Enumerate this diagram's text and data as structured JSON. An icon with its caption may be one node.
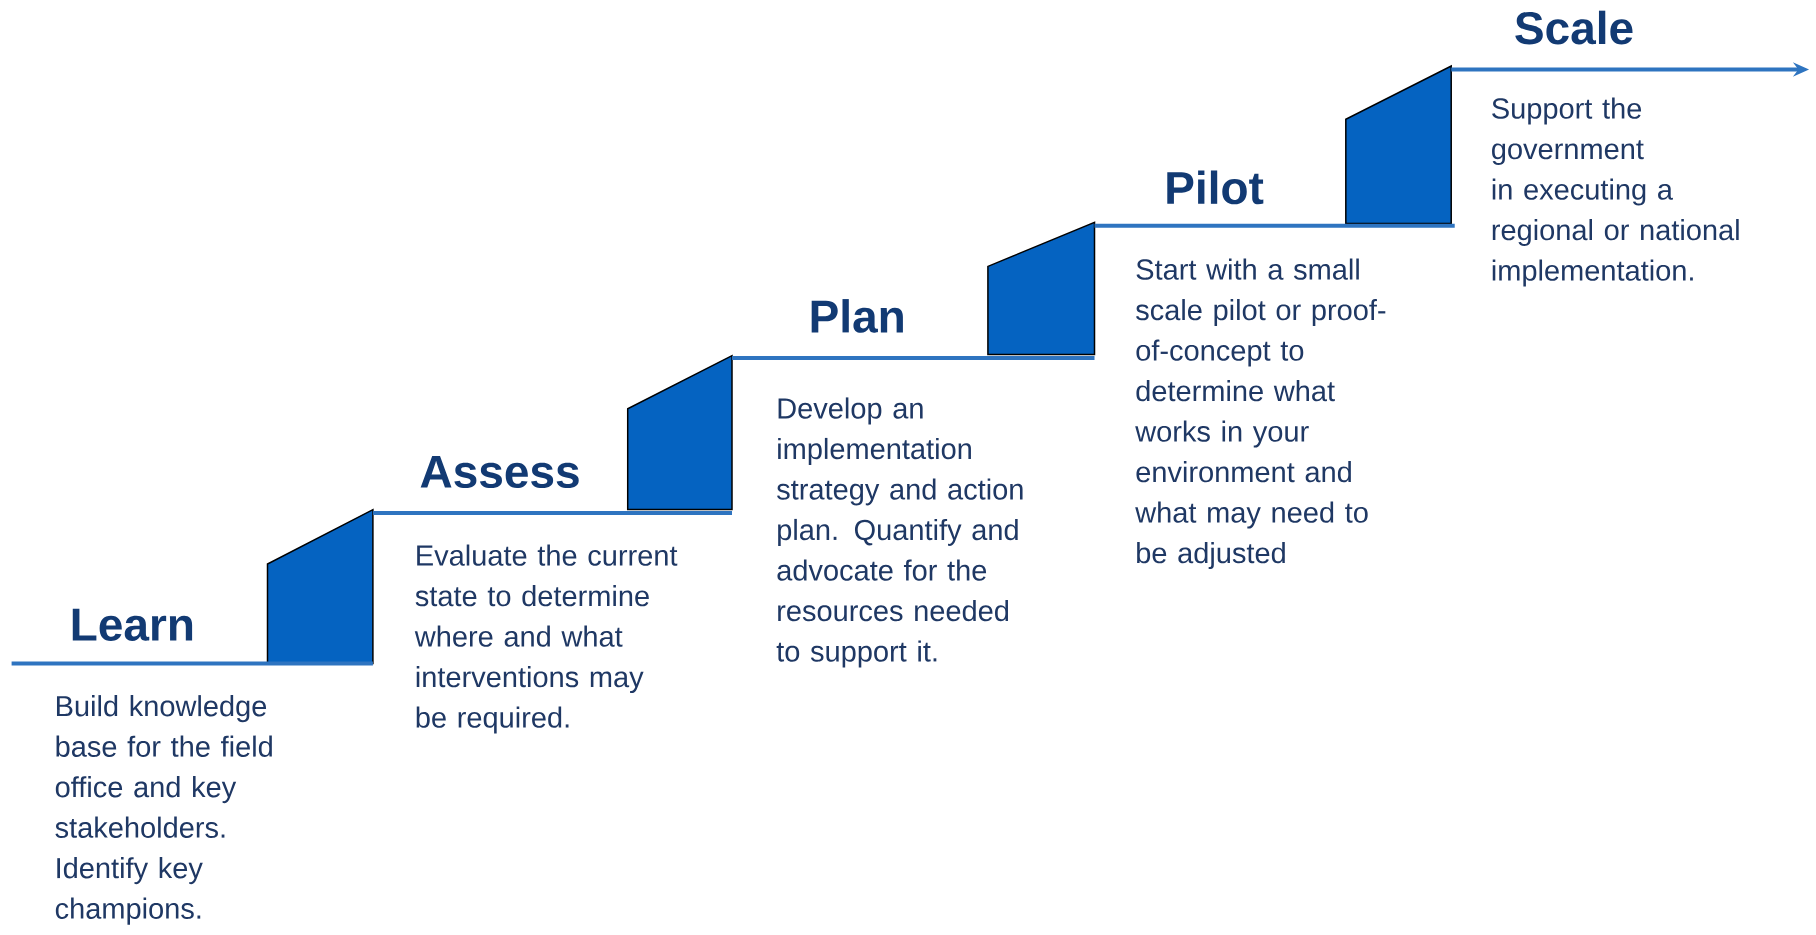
{
  "diagram": {
    "labels": [
      "Learn",
      "Build knowledge base for the field office and key stakeholders. Identify key champions.",
      "Assess",
      "Evaluate the current state to determine where and what interventions may be required.",
      "Plan",
      "Develop an implementation strategy and action plan. Quantify and advocate for the resources needed to support it.",
      "Pilot",
      "Start with a small scale pilot or proof-of-concept to determine what works in your environment and what may need to be adjusted",
      "Scale",
      "Support the government in executing a regional or national implementation."
    ]
  }
}
